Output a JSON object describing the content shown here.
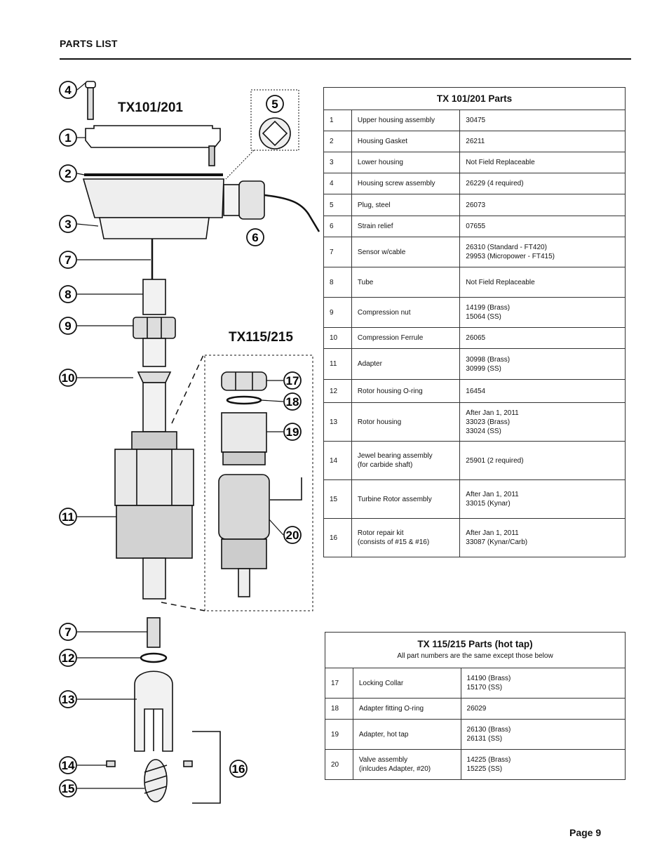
{
  "header": {
    "title": "PARTS LIST",
    "page": "Page 9"
  },
  "diagram": {
    "model_a": "TX101/201",
    "model_b": "TX115/215",
    "callouts": [
      "4",
      "5",
      "1",
      "2",
      "3",
      "6",
      "7",
      "8",
      "9",
      "10",
      "11",
      "7",
      "12",
      "13",
      "14",
      "15",
      "16",
      "17",
      "18",
      "19",
      "20"
    ]
  },
  "table1": {
    "title": "TX 101/201 Parts",
    "rows": [
      {
        "num": "1",
        "desc": "Upper housing assembly",
        "val": "30475"
      },
      {
        "num": "2",
        "desc": "Housing Gasket",
        "val": "26211"
      },
      {
        "num": "3",
        "desc": "Lower housing",
        "val": "Not Field Replaceable"
      },
      {
        "num": "4",
        "desc": "Housing screw assembly",
        "val": "26229 (4 required)"
      },
      {
        "num": "5",
        "desc": "Plug, steel",
        "val": "26073"
      },
      {
        "num": "6",
        "desc": "Strain relief",
        "val": "07655"
      },
      {
        "num": "7",
        "desc": "Sensor w/cable",
        "val": "26310 (Standard - FT420)\n29953 (Micropower - FT415)"
      },
      {
        "num": "8",
        "desc": "Tube",
        "val": "Not Field Replaceable"
      },
      {
        "num": "9",
        "desc": "Compression nut",
        "val": "14199 (Brass)\n15064 (SS)"
      },
      {
        "num": "10",
        "desc": "Compression Ferrule",
        "val": "26065"
      },
      {
        "num": "11",
        "desc": "Adapter",
        "val": "30998 (Brass)\n30999 (SS)"
      },
      {
        "num": "12",
        "desc": "Rotor housing O-ring",
        "val": "16454"
      },
      {
        "num": "13",
        "desc": "Rotor housing",
        "val": "After Jan 1, 2011\n33023 (Brass)\n33024 (SS)"
      },
      {
        "num": "14",
        "desc": "Jewel bearing assembly\n(for carbide shaft)",
        "val": "25901 (2 required)"
      },
      {
        "num": "15",
        "desc": "Turbine Rotor assembly",
        "val": "After Jan 1, 2011\n33015 (Kynar)"
      },
      {
        "num": "16",
        "desc": "Rotor repair kit\n(consists of #15 & #16)",
        "val": "After Jan 1, 2011\n33087 (Kynar/Carb)"
      }
    ]
  },
  "table2": {
    "title": "TX 115/215 Parts (hot tap)",
    "subtitle": "All part numbers are the same except those below",
    "rows": [
      {
        "num": "17",
        "desc": "Locking Collar",
        "val": "14190 (Brass)\n15170 (SS)"
      },
      {
        "num": "18",
        "desc": "Adapter fitting O-ring",
        "val": "26029"
      },
      {
        "num": "19",
        "desc": "Adapter, hot tap",
        "val": "26130 (Brass)\n26131 (SS)"
      },
      {
        "num": "20",
        "desc": "Valve assembly\n(inlcudes Adapter, #20)",
        "val": "14225 (Brass)\n15225 (SS)"
      }
    ]
  }
}
